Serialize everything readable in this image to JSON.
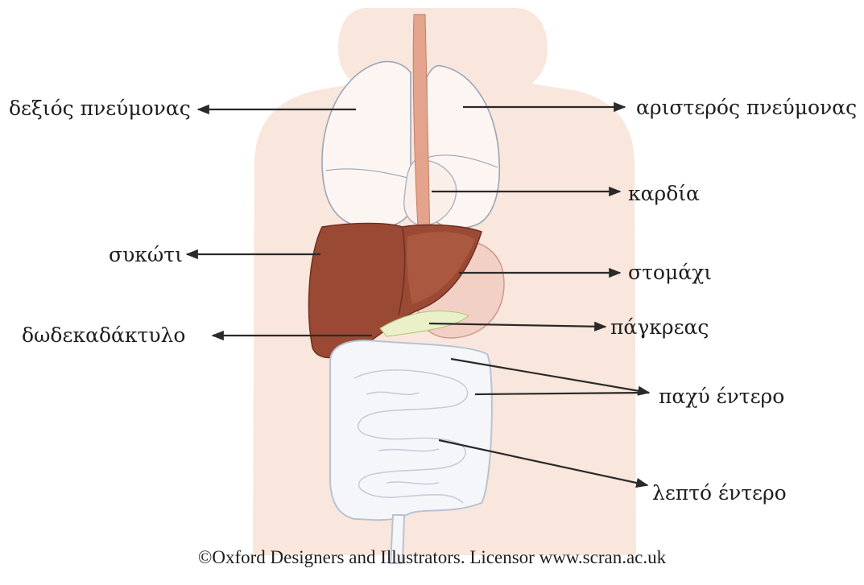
{
  "labels": {
    "right_lung": "δεξιός πνεύμονας",
    "left_lung": "αριστερός πνεύμονας",
    "heart": "καρδία",
    "liver": "συκώτι",
    "stomach": "στομάχι",
    "duodenum": "δωδεκαδάκτυλο",
    "pancreas": "πάγκρεας",
    "large_intestine": "παχύ έντερο",
    "small_intestine": "λεπτό έντερο"
  },
  "credit": "©Oxford Designers and Illustrators. Licensor www.scran.ac.uk",
  "colors": {
    "body_silhouette": "#f9e6dc",
    "liver": "#9a4a34",
    "stomach": "#f3d0c5",
    "pancreas": "#eaf0c8",
    "intestine_outline": "#b9c2d2",
    "arrow": "#2a2a2a"
  }
}
